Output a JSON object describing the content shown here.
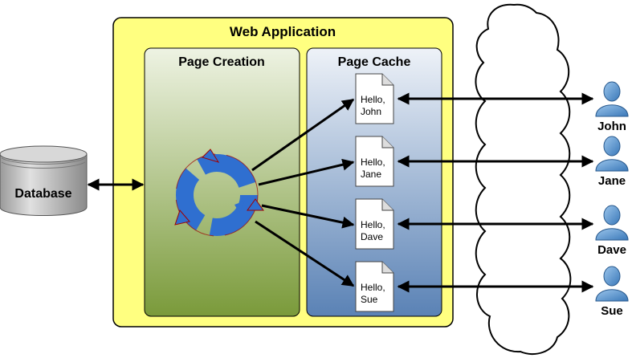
{
  "web_application": {
    "title": "Web Application"
  },
  "page_creation": {
    "title": "Page Creation"
  },
  "page_cache": {
    "title": "Page Cache",
    "pages": [
      {
        "line1": "Hello,",
        "line2": "John"
      },
      {
        "line1": "Hello,",
        "line2": "Jane"
      },
      {
        "line1": "Hello,",
        "line2": "Dave"
      },
      {
        "line1": "Hello,",
        "line2": "Sue"
      }
    ]
  },
  "database": {
    "label": "Database"
  },
  "users": [
    {
      "name": "John"
    },
    {
      "name": "Jane"
    },
    {
      "name": "Dave"
    },
    {
      "name": "Sue"
    }
  ],
  "colors": {
    "web_app_fill": "#ffff80",
    "web_app_stroke": "#000000",
    "page_creation_top": "#e4ecd4",
    "page_creation_bottom": "#7e9e3e",
    "page_cache_top": "#e8eef6",
    "page_cache_bottom": "#5f86b8",
    "cycle_blue": "#2f6fd0",
    "cycle_red": "#a00000",
    "user_blue": "#4f8fcc"
  }
}
